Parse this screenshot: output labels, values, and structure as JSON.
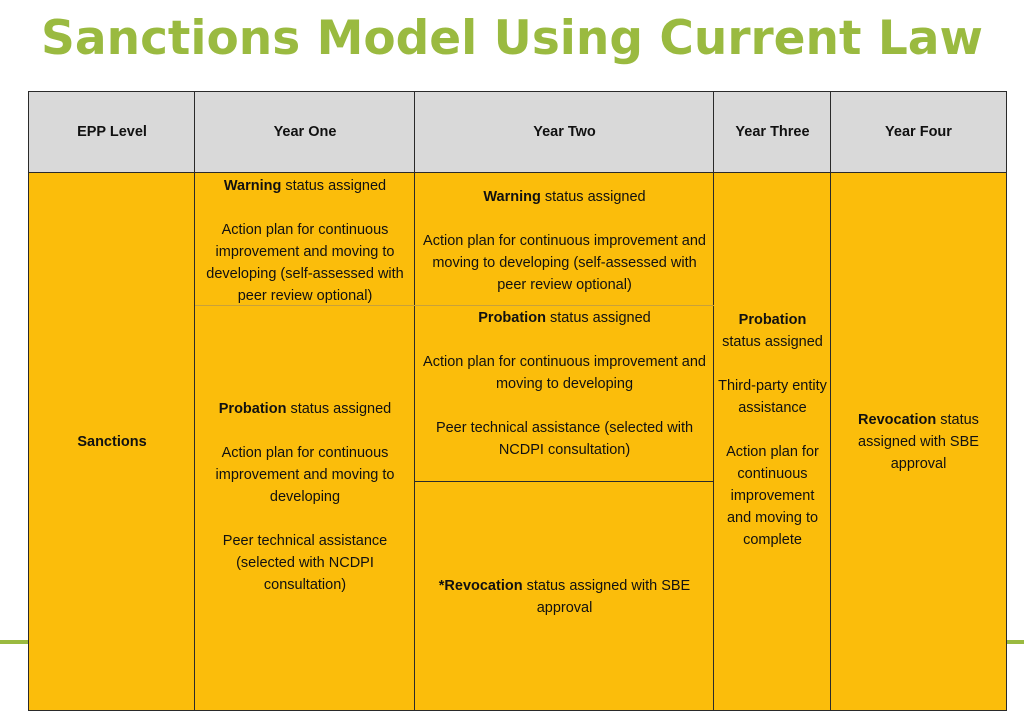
{
  "title": "Sanctions Model Using Current Law",
  "headers": {
    "epp_level": "EPP Level",
    "year_one": "Year One",
    "year_two": "Year Two",
    "year_three": "Year Three",
    "year_four": "Year Four"
  },
  "row": {
    "epp_level": "Sanctions",
    "year_one": {
      "warning": {
        "status_bold": "Warning",
        "status_rest": " status assigned",
        "action_plan": "Action plan for continuous improvement and moving to developing (self-assessed with peer review optional)"
      },
      "probation": {
        "status_bold": "Probation",
        "status_rest": " status assigned",
        "action_plan": "Action plan for continuous improvement and moving to developing",
        "assistance": "Peer technical assistance (selected with NCDPI consultation)"
      }
    },
    "year_two": {
      "warning": {
        "status_bold": "Warning",
        "status_rest": " status assigned",
        "action_plan": "Action plan for continuous improvement and moving to developing (self-assessed with peer review optional)"
      },
      "probation": {
        "status_bold": "Probation",
        "status_rest": " status assigned",
        "action_plan": "Action plan for continuous improvement and moving to developing",
        "assistance": "Peer technical assistance (selected with NCDPI consultation)"
      },
      "revocation": {
        "status_bold": "*Revocation",
        "status_rest": " status assigned with SBE approval"
      }
    },
    "year_three": {
      "status_bold": "Probation",
      "status_rest": "status assigned",
      "assistance": "Third-party entity assistance",
      "action_plan": "Action plan for continuous improvement and moving to complete"
    },
    "year_four": {
      "status_bold": "Revocation",
      "status_rest": " status assigned with SBE approval"
    }
  },
  "colors": {
    "title_green": "#9aba40",
    "cell_yellow": "#fbbd0b",
    "header_gray": "#d9d9d9"
  }
}
